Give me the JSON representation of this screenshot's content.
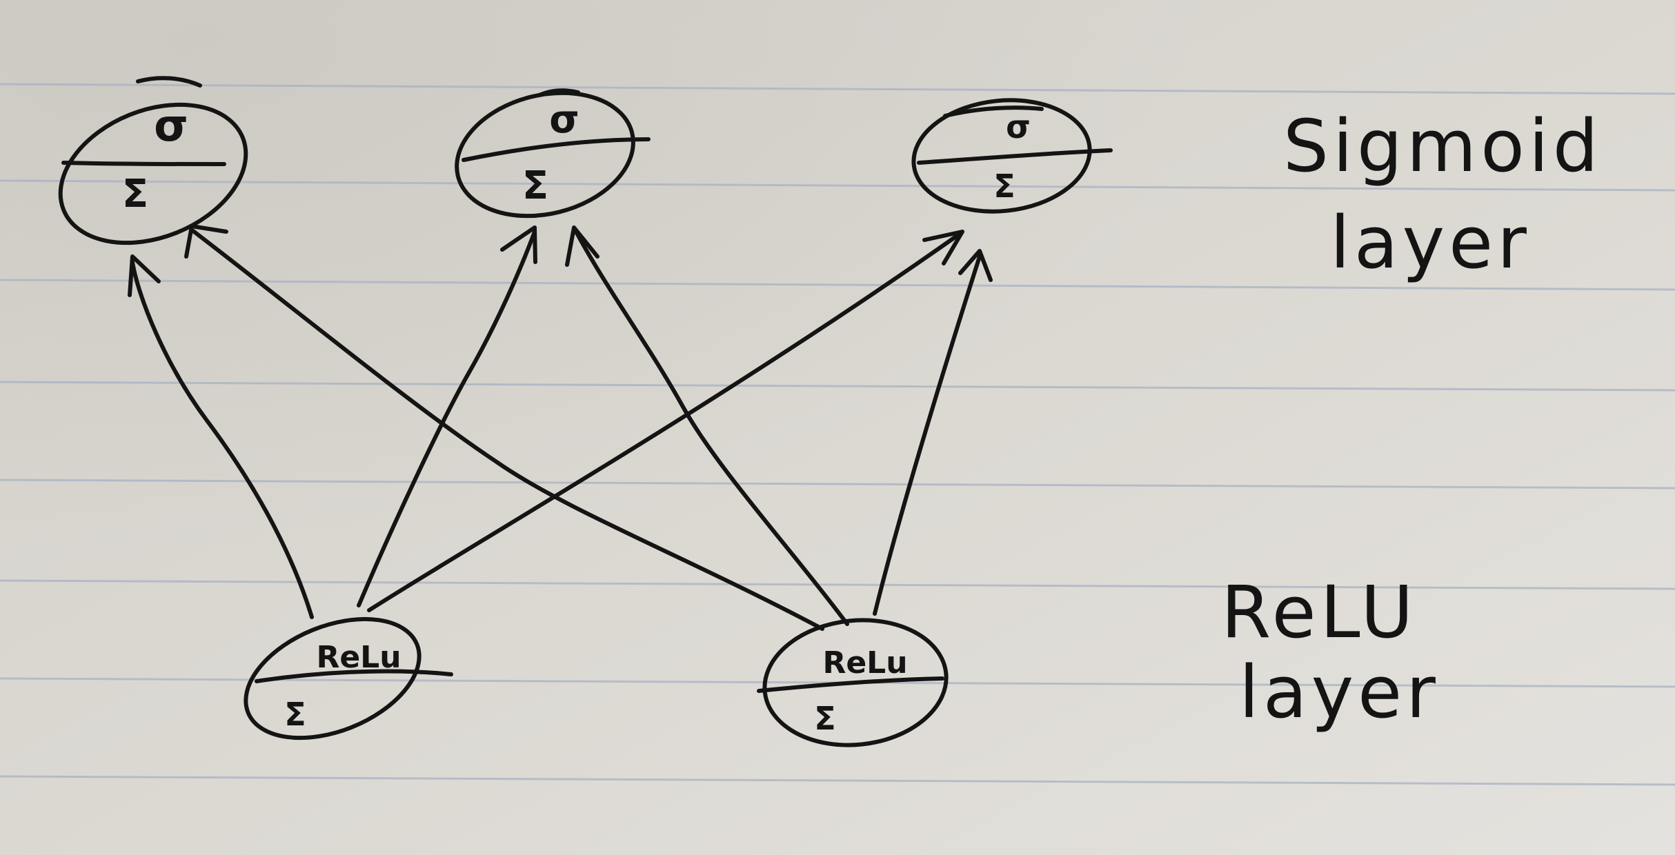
{
  "diagram": {
    "layers": [
      {
        "label_line1": "Sigmoid",
        "label_line2": "layer",
        "nodes": [
          {
            "activation": "σ",
            "sum": "Σ"
          },
          {
            "activation": "σ",
            "sum": "Σ"
          },
          {
            "activation": "σ",
            "sum": "Σ"
          }
        ]
      },
      {
        "label_line1": "ReLU",
        "label_line2": "layer",
        "nodes": [
          {
            "activation": "ReLu",
            "sum": "Σ"
          },
          {
            "activation": "ReLu",
            "sum": "Σ"
          }
        ]
      }
    ],
    "connections": [
      {
        "from": "relu-1",
        "to": "sigmoid-1"
      },
      {
        "from": "relu-1",
        "to": "sigmoid-2"
      },
      {
        "from": "relu-1",
        "to": "sigmoid-3"
      },
      {
        "from": "relu-2",
        "to": "sigmoid-1"
      },
      {
        "from": "relu-2",
        "to": "sigmoid-2"
      },
      {
        "from": "relu-2",
        "to": "sigmoid-3"
      }
    ],
    "colors": {
      "paper": "#d9d6d0",
      "ruling": "#a9b2c2",
      "ink": "#141414"
    }
  }
}
